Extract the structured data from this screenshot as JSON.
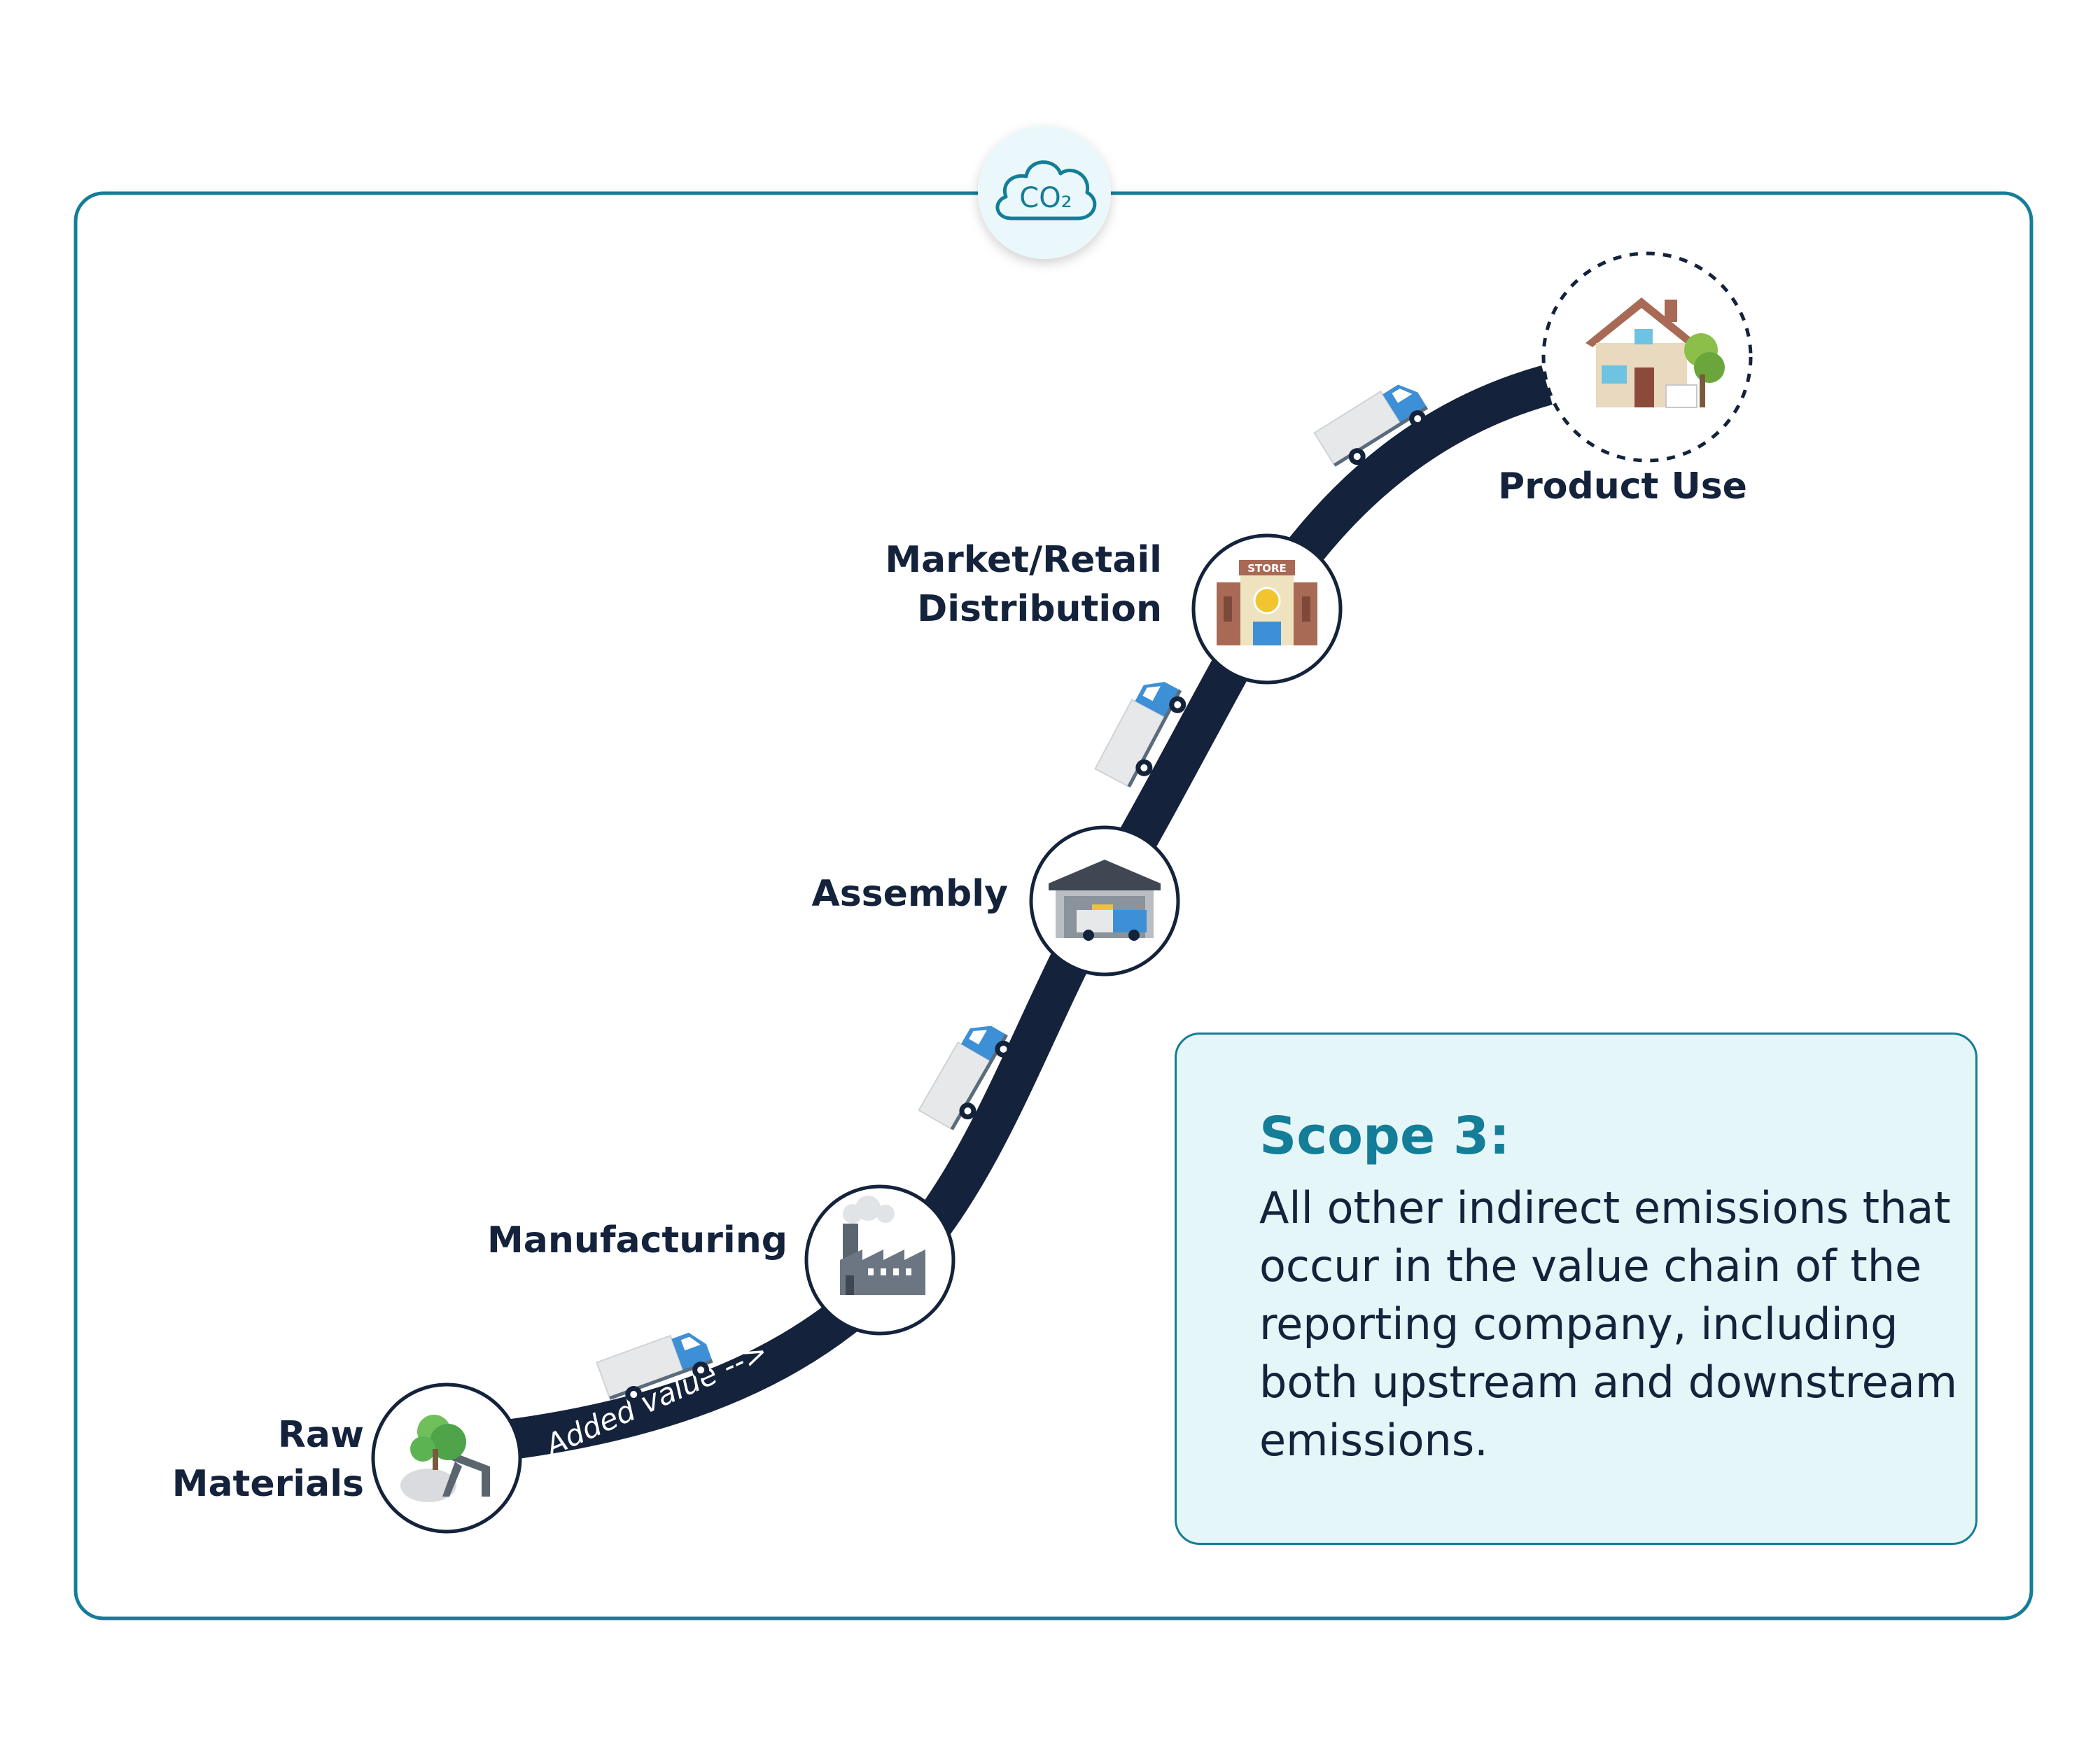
{
  "badge": {
    "text": "CO₂",
    "icon": "co2-cloud-icon"
  },
  "path_label": "Added value -->",
  "stages": [
    {
      "id": "raw",
      "label": "Raw\nMaterials",
      "icon": "raw-materials-icon"
    },
    {
      "id": "manufacturing",
      "label": "Manufacturing",
      "icon": "factory-icon"
    },
    {
      "id": "assembly",
      "label": "Assembly",
      "icon": "warehouse-truck-icon"
    },
    {
      "id": "market",
      "label": "Market/Retail\nDistribution",
      "icon": "store-icon"
    },
    {
      "id": "product_use",
      "label": "Product Use",
      "icon": "house-icon"
    }
  ],
  "store_sign": "STORE",
  "scope": {
    "title": "Scope 3:",
    "body": "All other indirect emissions that occur in the value chain of the reporting company, including both upstream and downstream emissions."
  },
  "colors": {
    "frame": "#147d97",
    "road": "#14233b",
    "text": "#14233b",
    "scope_title": "#147d97",
    "scope_bg": "#e5f6f9",
    "truck_cab": "#3d8fd6",
    "badge_bg": "#eaf8fb"
  }
}
